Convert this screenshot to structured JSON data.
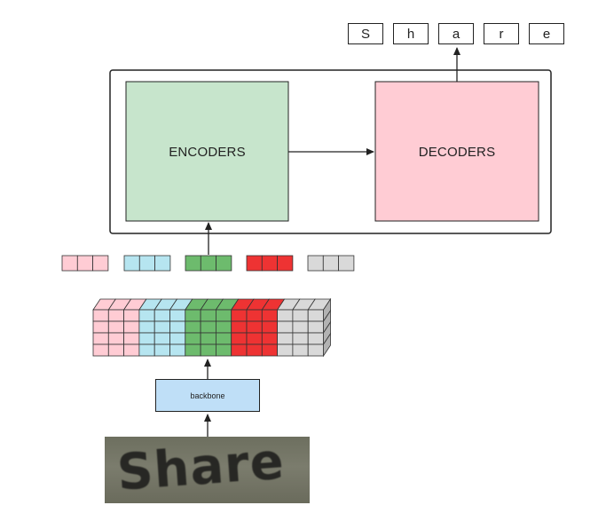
{
  "output": {
    "characters": [
      "S",
      "h",
      "a",
      "r",
      "e"
    ]
  },
  "blocks": {
    "encoders_label": "ENCODERS",
    "decoders_label": "DECODERS",
    "encoders_color": "#c7e5cc",
    "decoders_color": "#ffccd4"
  },
  "backbone": {
    "label": "backbone",
    "color": "#bfdff7"
  },
  "input_image": {
    "text": "Share"
  },
  "feature_groups": [
    {
      "color": "#ffccd4"
    },
    {
      "color": "#b6e5f0"
    },
    {
      "color": "#6dbb6d"
    },
    {
      "color": "#ee3333"
    },
    {
      "color": "#d9d9d9"
    }
  ]
}
